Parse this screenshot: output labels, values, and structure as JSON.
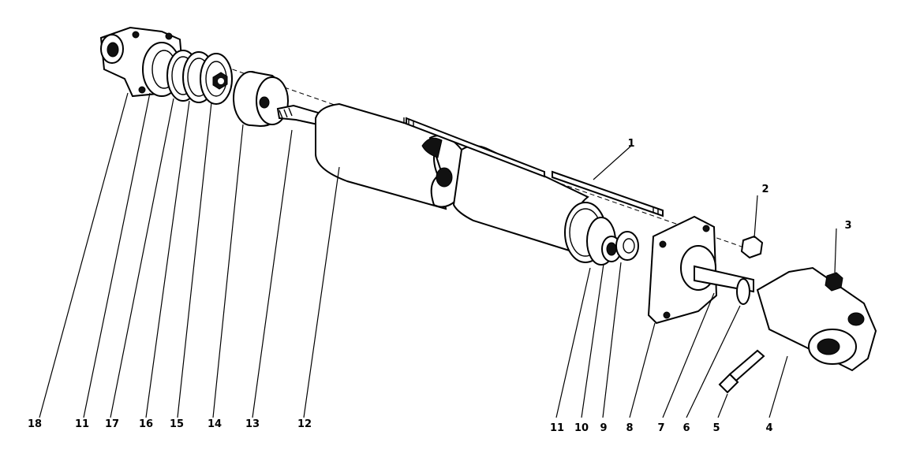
{
  "callouts": {
    "part_1": "1",
    "part_2": "2",
    "part_3": "3",
    "part_4": "4",
    "part_5": "5",
    "part_6": "6",
    "part_7": "7",
    "part_8": "8",
    "part_9": "9",
    "part_10": "10",
    "part_11_right": "11",
    "part_12": "12",
    "part_13": "13",
    "part_14": "14",
    "part_15": "15",
    "part_16": "16",
    "part_17": "17",
    "part_11_left": "11",
    "part_18": "18"
  }
}
